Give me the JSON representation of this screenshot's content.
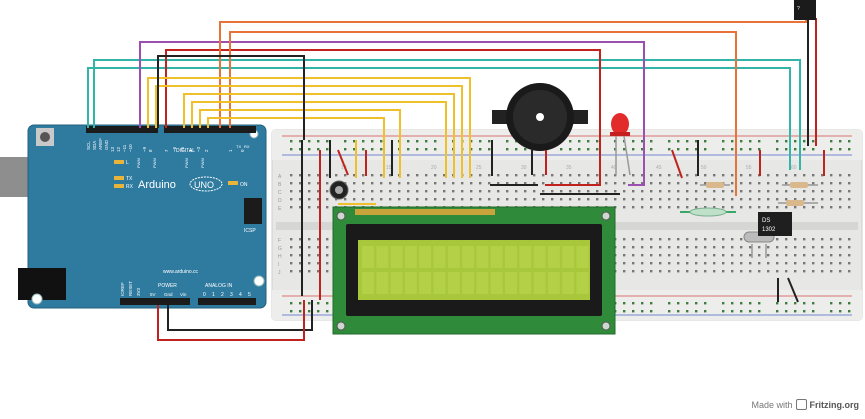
{
  "arduino": {
    "brand": "Arduino",
    "model": "UNO",
    "on_label": "ON",
    "site": "www.arduino.cc",
    "icsp": "ICSP",
    "digital_label": "DIGITAL",
    "aref": "AREF",
    "gnd": "GND",
    "scl": "SCL",
    "sda": "SDA",
    "power_label": "POWER",
    "analog_label": "ANALOG IN",
    "ioref": "IOREF",
    "reset": "RESET",
    "v33": "3V3",
    "v5": "5V",
    "gnd2": "Gnd",
    "vin": "Vin",
    "tx": "TX",
    "rx": "RX",
    "l": "L",
    "pwm": "PWM",
    "digital_pins": [
      "13",
      "12",
      "~11",
      "~10",
      "~9",
      "8",
      "7",
      "~6",
      "~5",
      "4",
      "~3",
      "2",
      "1",
      "0"
    ],
    "analog_pins": [
      "0",
      "1",
      "2",
      "3",
      "4",
      "5"
    ]
  },
  "rtc_chip": {
    "line1": "DS",
    "line2": "1302"
  },
  "sensor_label": "?",
  "breadboard": {
    "row_letters": [
      "A",
      "B",
      "C",
      "D",
      "E",
      "F",
      "G",
      "H",
      "I",
      "J"
    ],
    "col_numbers": [
      "10",
      "15",
      "20",
      "25",
      "30",
      "35",
      "40",
      "45",
      "50",
      "55",
      "60"
    ]
  },
  "credit": {
    "made_with": "Made with",
    "brand": "Fritzing.org"
  },
  "colors": {
    "board": "#2f7ba0",
    "breadboard": "#e7e7e5",
    "lcd_pcb": "#2f8b3a",
    "lcd_screen": "#a9c73a",
    "wire_red": "#c0231e",
    "wire_black": "#222222",
    "wire_orange": "#e8733a",
    "wire_purple": "#9b4fb0",
    "wire_teal": "#32b5a8",
    "wire_yellow": "#f0c02a",
    "wire_green": "#3aa86b"
  }
}
